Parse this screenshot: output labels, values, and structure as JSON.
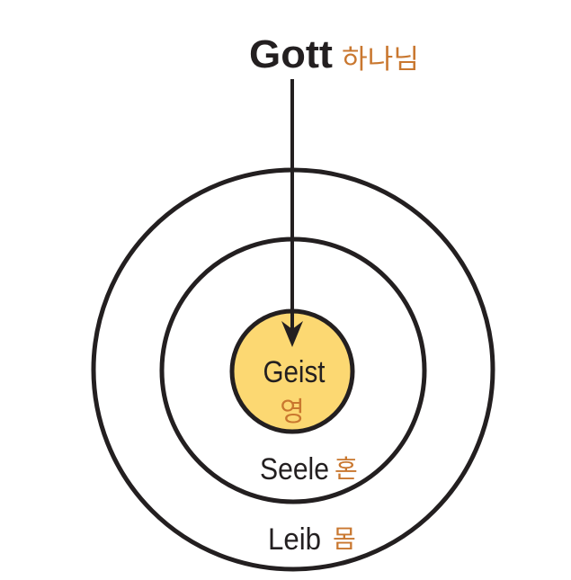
{
  "colors": {
    "stroke": "#231f20",
    "accent_korean": "#c9772f",
    "spirit_fill": "#fcd872",
    "background": "#ffffff"
  },
  "top": {
    "label": "Gott",
    "label_korean": "하나님"
  },
  "rings": [
    {
      "id": "spirit",
      "label": "Geist",
      "label_korean": "영"
    },
    {
      "id": "soul",
      "label": "Seele",
      "label_korean": "혼"
    },
    {
      "id": "body",
      "label": "Leib",
      "label_korean": "몸"
    }
  ],
  "arrow": {
    "from": "Gott",
    "to": "Geist"
  }
}
